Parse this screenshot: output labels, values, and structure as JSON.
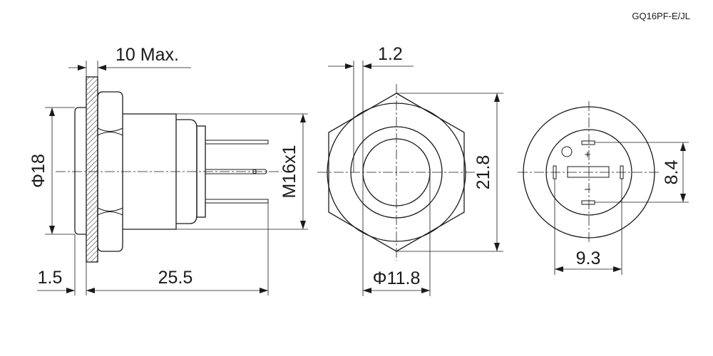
{
  "model_code": "GQ16PF-E/JL",
  "side_view": {
    "panel_thickness": "10 Max.",
    "bezel_diameter": "Φ18",
    "bezel_thickness": "1.5",
    "body_length": "25.5",
    "thread": "M16x1"
  },
  "front_view": {
    "nut_offset": "1.2",
    "across_corners": "21.8",
    "ring_diameter": "Φ11.8"
  },
  "rear_view": {
    "pin_spacing_vertical": "8.4",
    "pin_spacing_horizontal": "9.3",
    "plus_symbol": "+",
    "minus_symbol": "-"
  }
}
